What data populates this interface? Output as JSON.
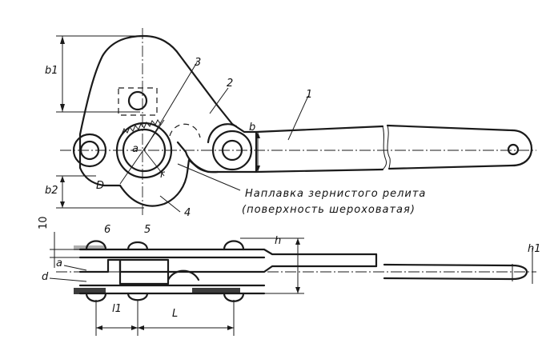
{
  "parts": {
    "p1": "1",
    "p2": "2",
    "p3": "3",
    "p4": "4",
    "p5": "5",
    "p6": "6"
  },
  "dimensions": {
    "b1": "b1",
    "b2": "b2",
    "b": "b",
    "a": "a",
    "D": "D",
    "r": "r",
    "ten": "10",
    "h": "h",
    "h1": "h1",
    "d": "d",
    "l1": "l1",
    "L": "L"
  },
  "note": {
    "line1": "Наплавка зернистого релита",
    "line2": "(поверхность шероховатая)"
  },
  "colors": {
    "ink": "#1a1a1a",
    "paper": "#ffffff"
  }
}
